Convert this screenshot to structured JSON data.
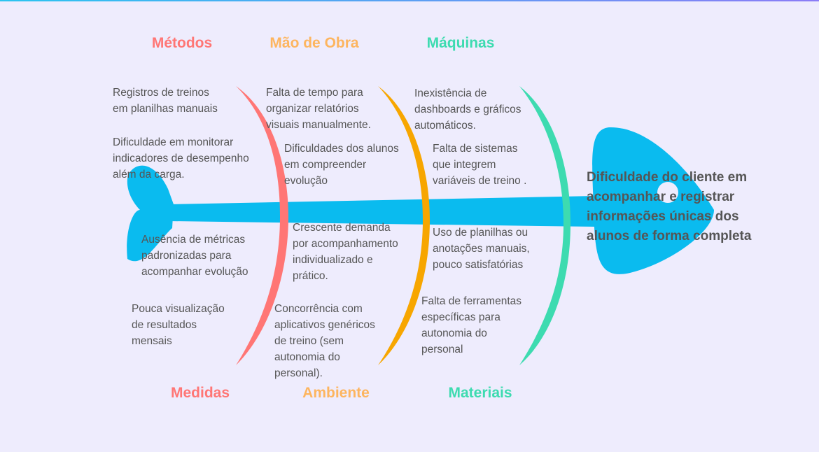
{
  "colors": {
    "red": "#ff7675",
    "orange": "#f7a600",
    "orange_label": "#fdb55f",
    "teal": "#3ddbb0",
    "fish": "#0abbef",
    "text": "#555555"
  },
  "categories": {
    "metodos": "Métodos",
    "mao_de_obra": "Mão de Obra",
    "maquinas": "Máquinas",
    "medidas": "Medidas",
    "ambiente": "Ambiente",
    "materiais": "Materiais"
  },
  "problem": [
    "Dificuldade do cliente em",
    "acompanhar e registrar",
    "informações únicas dos",
    "alunos de forma completa"
  ],
  "causes": [
    [
      "Registros de treinos",
      "em planilhas manuais"
    ],
    [
      "Dificuldade em monitorar",
      "indicadores de desempenho",
      "além da carga."
    ],
    [
      "Falta de tempo para",
      "organizar relatórios",
      "visuais manualmente."
    ],
    [
      "Dificuldades dos alunos",
      "em compreender",
      "evolução"
    ],
    [
      "Inexistência de",
      "dashboards e gráficos",
      "automáticos."
    ],
    [
      "Falta de sistemas",
      "que integrem",
      "variáveis de treino ."
    ],
    [
      "Ausência de métricas",
      "padronizadas para",
      "acompanhar evolução"
    ],
    [
      "Pouca visualização",
      "de resultados",
      "mensais"
    ],
    [
      "Crescente demanda",
      "por acompanhamento",
      "individualizado e",
      "prático."
    ],
    [
      "Concorrência com",
      "aplicativos genéricos",
      "de treino (sem",
      "autonomia do",
      "personal)."
    ],
    [
      "Uso de planilhas ou",
      "anotações manuais,",
      "pouco satisfatórias"
    ],
    [
      "Falta de ferramentas",
      "específicas para",
      "autonomia do",
      "personal"
    ]
  ]
}
